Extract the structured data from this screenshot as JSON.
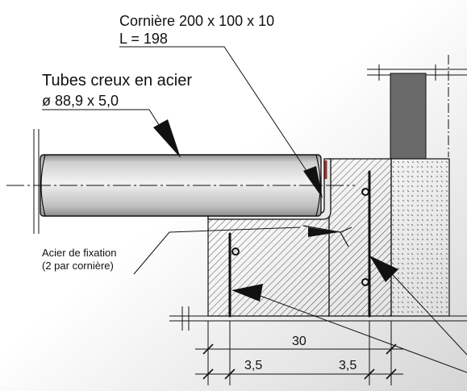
{
  "labels": {
    "angle_title": "Cornière 200 x 100 x 10",
    "angle_length": "L = 198",
    "tubes_title": "Tubes creux en acier",
    "tubes_size": "ø 88,9 x 5,0",
    "fixation_title": "Acier de fixation",
    "fixation_note": "(2 par cornière)"
  },
  "dimensions": {
    "overall": "30",
    "left_cover": "3,5",
    "right_cover": "3,5"
  },
  "colors": {
    "background_light": "#ffffff",
    "background_dark": "#d6d6d6",
    "tube_light": "#f2f2f2",
    "tube_dark": "#8c8c8c",
    "post": "#6a6a6a",
    "line": "#111111",
    "angle_edge": "#a0302a"
  }
}
